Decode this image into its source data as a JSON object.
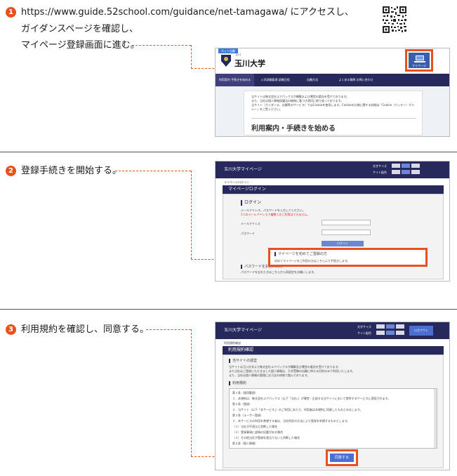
{
  "steps": [
    {
      "number": "1",
      "line1": "https://www.guide.52school.com/guidance/net-tamagawa/ にアクセスし、",
      "line2": "ガイダンスページを確認し、",
      "line3": "マイページ登録画面に進む。"
    },
    {
      "number": "2",
      "line1": "登録手続きを開始する。"
    },
    {
      "number": "3",
      "line1": "利用規約を確認し、同意する。"
    }
  ],
  "shot1": {
    "badge": "ネット出願",
    "university_small": "玉川",
    "university": "玉川大学",
    "mypage_btn": "マイページ",
    "nav": [
      "利用案内 手続きを始める",
      "入学試験要項 試験日程",
      "出願方法",
      "よくある質問 お問い合わせ"
    ],
    "notice1": "当サイトは株式会社ユアパックスが構築および運営の委託を受けております。",
    "notice2": "また、当社は個人情報保護法の精神に基づき適切に取り扱っております。",
    "notice3": "当サイト（ガイダンス、出願等のサービス）ではCookieを使用します。Cookieの仕様に関する詳細は「Cookie（クッキー）ポリシー」をご覧ください。",
    "heading": "利用案内・手続きを始める"
  },
  "shot2": {
    "header": "玉川大学マイページ",
    "font_label": "文字サイズ",
    "color_label": "サイト配色",
    "crumb": "マイページログイン",
    "title": "マイページログイン",
    "login_head": "ログイン",
    "login_desc1": "メールアドレス、パスワードを入力してください。",
    "login_desc2": "1つのメールアドレスで複数人のご利用はできません。",
    "email_label": "メールアドレス",
    "password_label": "パスワード",
    "login_btn": "ログイン",
    "first_head": "マイページを初めてご登録の方",
    "first_desc": "初めてマイページをご利用の方はこちらより手続きします。",
    "forgot_head": "パスワードをお忘れの方",
    "forgot_desc": "パスワードを忘れた方はこちらから再設定をお願いします。"
  },
  "shot3": {
    "header": "玉川大学マイページ",
    "font_label": "文字サイズ",
    "color_label": "サイト配色",
    "logout": "ログアウト",
    "crumb": "利用規約確認",
    "title": "利用規約確認",
    "section1": "当サイトの運営",
    "section1_text1": "当サイトは玉川大学より株式会社ユアパックスが構築及び運営の委託を受けております。",
    "section1_text2": "また当社はご登録いただきました個人情報は、大学受験の出願に係わる目的のみで利用いたします。",
    "section1_text3": "また、当社は個人情報の管理には万全の体制で臨んでおります。",
    "section2": "利用規約",
    "terms": [
      "第１条（適用範囲）",
      "１．本規約は、株式会社ユアパックス（以下「当社」）が運営・企画する当サイトにおいて提供するサービスに適用されます。",
      "第２条（登録）",
      "２．当サイト（以下「本サービス」）のご利用にあたり、利用者は本規約に同意したものとみなします。",
      "第３条（ユーザー登録）",
      "３．本サービスの利用を希望する者は、当社所定の方法により登録を申請するものとします。",
      "（１）当社が不適当と判断した場合",
      "（２）登録事項に虚偽の記載がある場合",
      "（３）その他当社が登録を適当でないと判断した場合",
      "第４条（個人情報）"
    ],
    "agree_btn": "同意する"
  }
}
